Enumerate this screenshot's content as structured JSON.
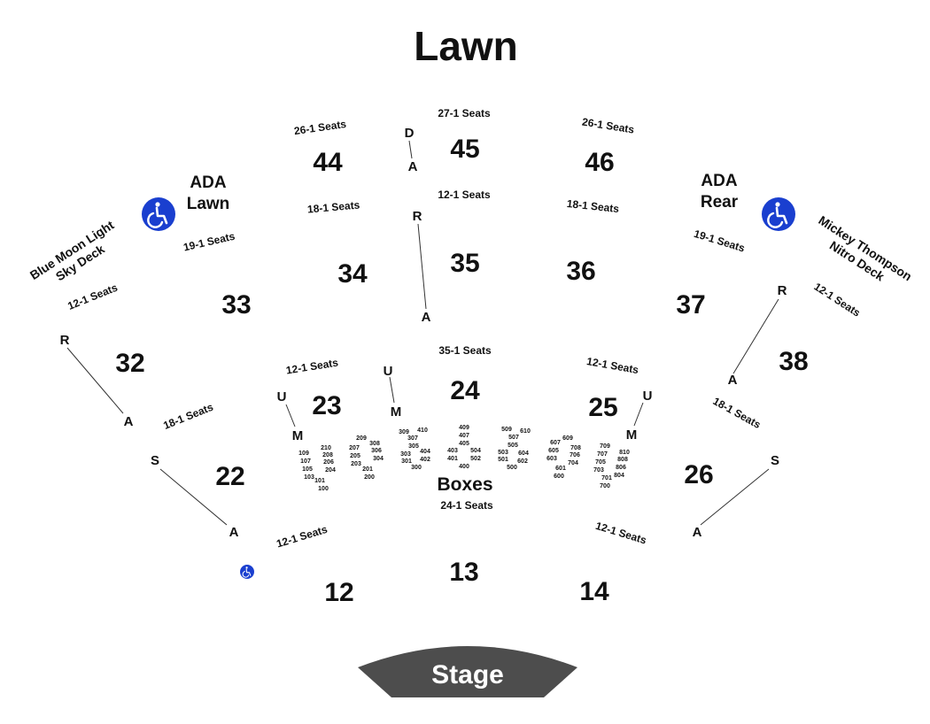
{
  "lawn_label": "Lawn",
  "stage_label": "Stage",
  "boxes_label": "Boxes",
  "boxes_seats": "24-1 Seats",
  "ada_lawn": [
    "ADA",
    "Lawn"
  ],
  "ada_rear": [
    "ADA",
    "Rear"
  ],
  "blue_moon": [
    "Blue Moon Light",
    "Sky Deck"
  ],
  "mickey": [
    "Mickey Thompson",
    "Nitro Deck"
  ],
  "colors": {
    "accessible_blue": "#1a3fcf",
    "stage_gray": "#4d4d4d"
  },
  "icons": [
    "wheelchair-icon"
  ],
  "sections": [
    {
      "id": "44",
      "label": "44"
    },
    {
      "id": "45",
      "label": "45"
    },
    {
      "id": "46",
      "label": "46"
    },
    {
      "id": "34",
      "label": "34"
    },
    {
      "id": "35",
      "label": "35"
    },
    {
      "id": "36",
      "label": "36"
    },
    {
      "id": "33",
      "label": "33"
    },
    {
      "id": "37",
      "label": "37"
    },
    {
      "id": "32",
      "label": "32"
    },
    {
      "id": "38",
      "label": "38"
    },
    {
      "id": "23",
      "label": "23"
    },
    {
      "id": "24",
      "label": "24"
    },
    {
      "id": "25",
      "label": "25"
    },
    {
      "id": "22",
      "label": "22"
    },
    {
      "id": "26",
      "label": "26"
    },
    {
      "id": "12",
      "label": "12"
    },
    {
      "id": "13",
      "label": "13"
    },
    {
      "id": "14",
      "label": "14"
    }
  ],
  "seat_counts": [
    "27-1 Seats",
    "26-1 Seats",
    "26-1 Seats",
    "12-1 Seats",
    "18-1 Seats",
    "18-1 Seats",
    "19-1 Seats",
    "19-1 Seats",
    "12-1 Seats",
    "12-1 Seats",
    "35-1 Seats",
    "12-1 Seats",
    "12-1 Seats",
    "18-1 Seats",
    "18-1 Seats",
    "12-1 Seats",
    "12-1 Seats"
  ],
  "row_letters": [
    "D",
    "A",
    "R",
    "A",
    "R",
    "A",
    "R",
    "A",
    "U",
    "M",
    "U",
    "M",
    "U",
    "M",
    "S",
    "A",
    "S",
    "A"
  ],
  "box_numbers": [
    [
      "109",
      "107",
      "105",
      "103",
      "101",
      "100"
    ],
    [
      "210",
      "208",
      "206",
      "204"
    ],
    [
      "209",
      "207",
      "205",
      "203",
      "201",
      "200"
    ],
    [
      "308",
      "306",
      "304"
    ],
    [
      "309",
      "307",
      "305",
      "303",
      "301",
      "300"
    ],
    [
      "410",
      "404",
      "402"
    ],
    [
      "409",
      "407",
      "405",
      "403",
      "401",
      "400"
    ],
    [
      "504",
      "502"
    ],
    [
      "509",
      "507",
      "505",
      "503",
      "501",
      "500"
    ],
    [
      "610",
      "604",
      "602"
    ],
    [
      "609",
      "607",
      "605",
      "603",
      "601",
      "600"
    ],
    [
      "708",
      "706",
      "704"
    ],
    [
      "709",
      "707",
      "705",
      "703",
      "701",
      "700"
    ],
    [
      "810",
      "808",
      "806",
      "804"
    ]
  ]
}
